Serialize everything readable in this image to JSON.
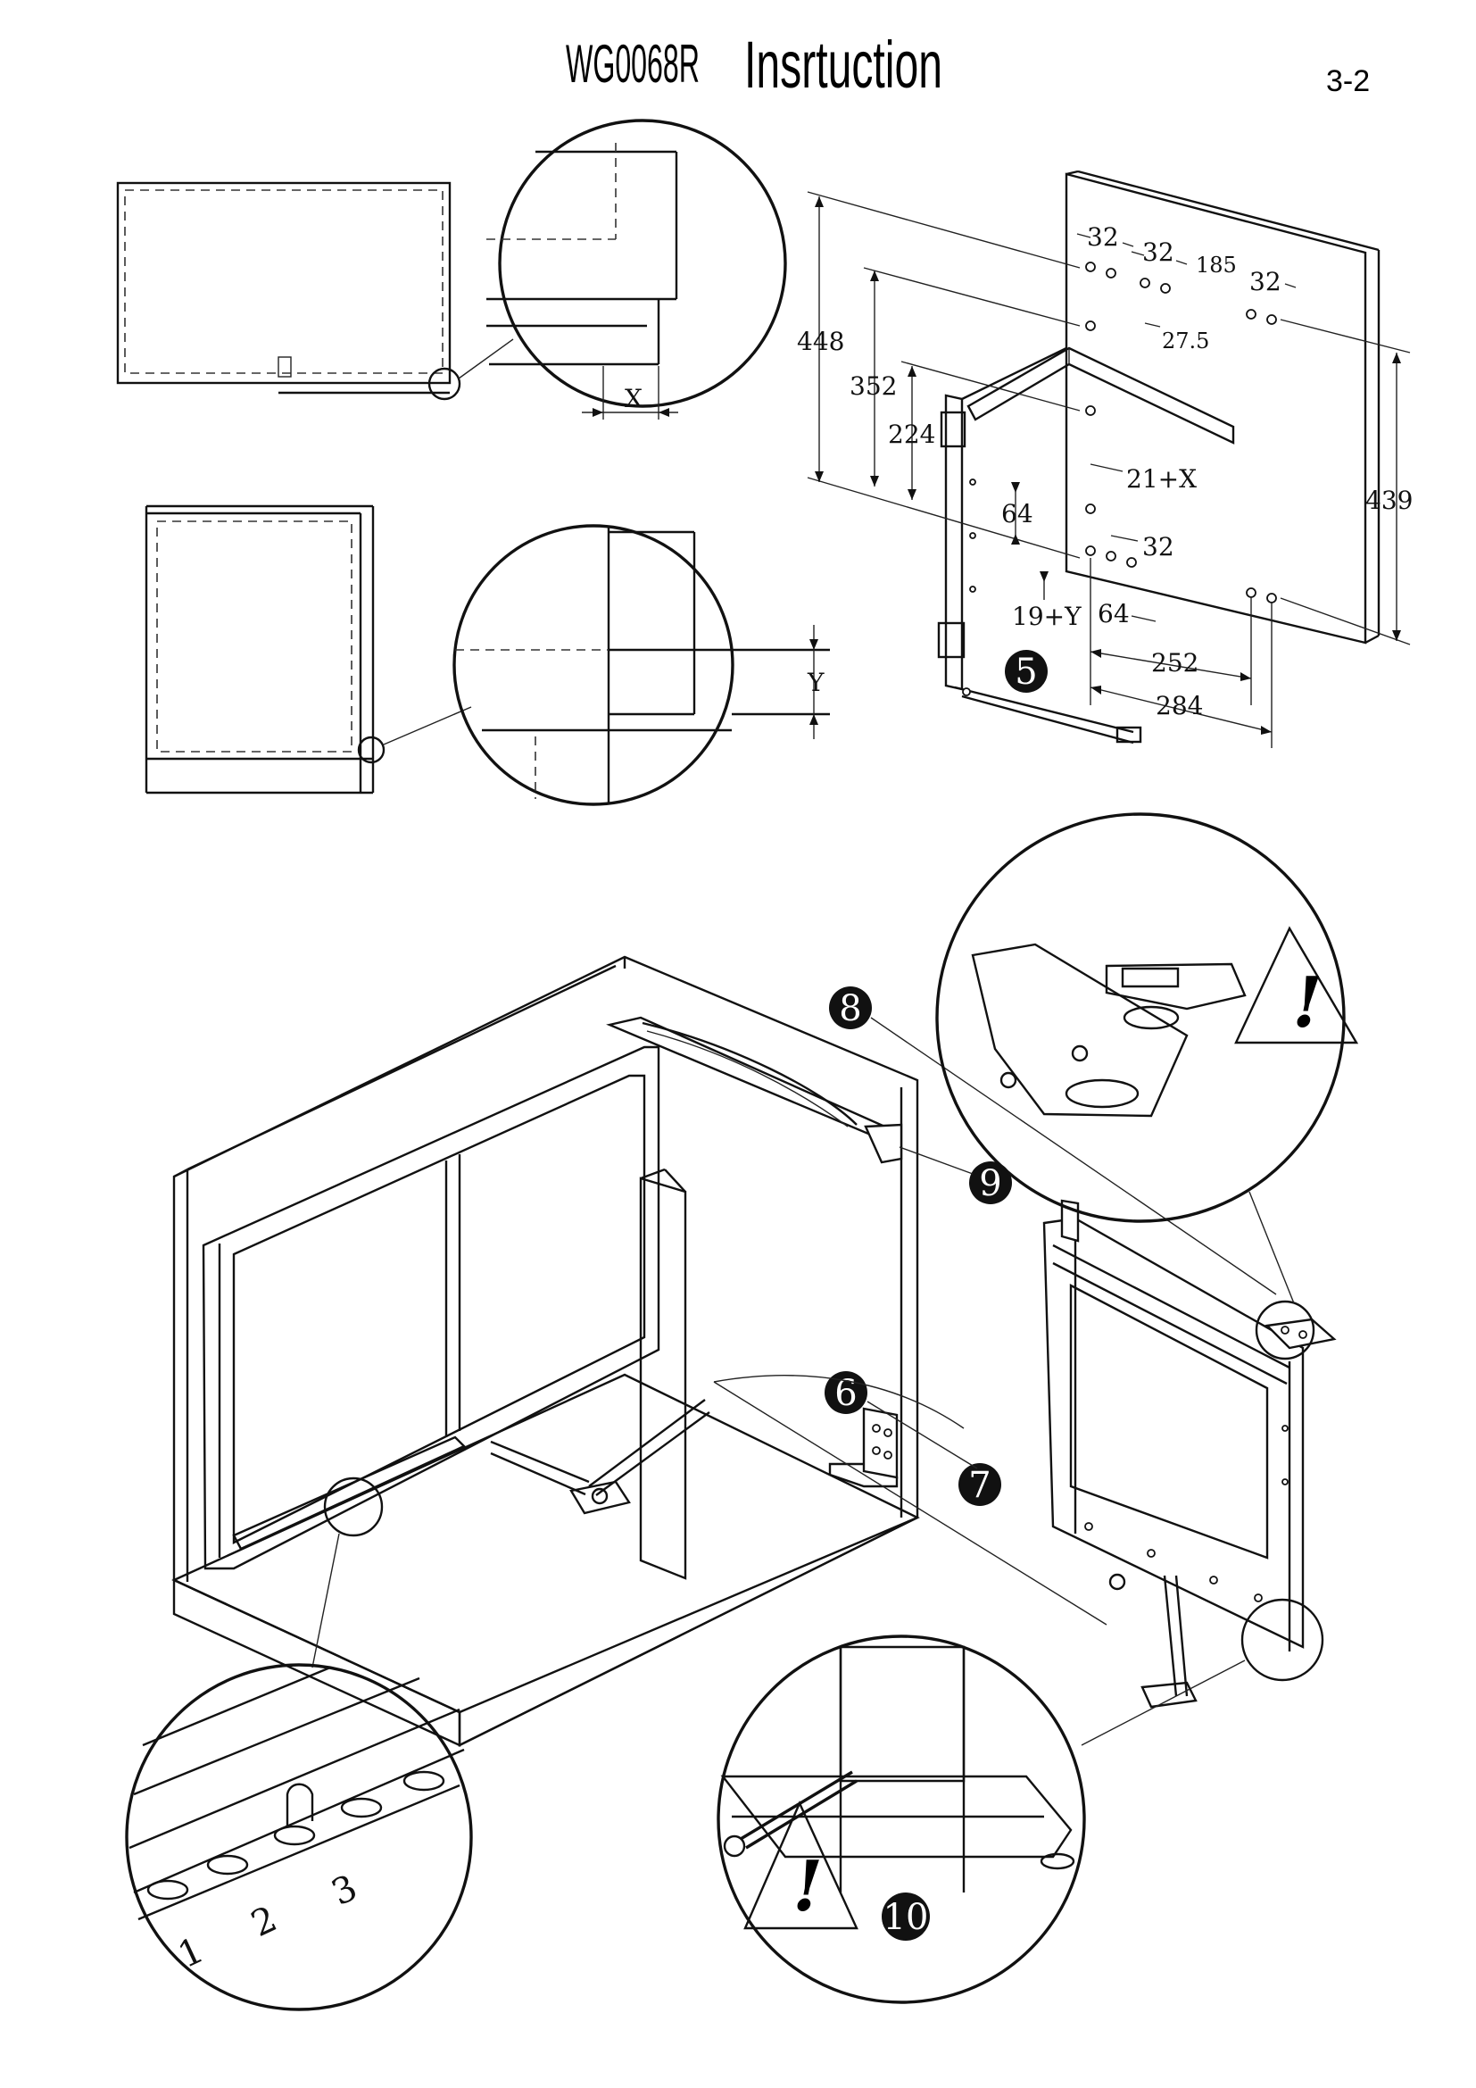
{
  "header": {
    "model_code": "WG0068R",
    "title_word": "Insrtuction",
    "page_number": "3-2"
  },
  "detail_x": {
    "gap_label": "X"
  },
  "detail_y": {
    "gap_label": "Y"
  },
  "step5": {
    "step_number": "5",
    "dims": {
      "d448": "448",
      "d352": "352",
      "d224": "224",
      "d439": "439",
      "d32a": "32",
      "d32b": "32",
      "d185": "185",
      "d32c": "32",
      "d27_5": "27.5",
      "d21x": "21+X",
      "d64a": "64",
      "d32d": "32",
      "d19y": "19+Y",
      "d64b": "64",
      "d252": "252",
      "d284": "284"
    }
  },
  "assembly": {
    "steps": {
      "s6": "6",
      "s7": "7",
      "s8": "8",
      "s9": "9",
      "s10": "10"
    },
    "warning_mark": "!",
    "hole_positions": {
      "p1": "1",
      "p2": "2",
      "p3": "3"
    }
  }
}
